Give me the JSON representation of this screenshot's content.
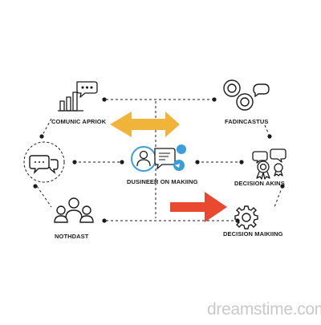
{
  "labels": {
    "top_left": "COMUNIC APRIOK",
    "top_right": "FADINCASTUS",
    "center": "DUSINEER ON MAKIING",
    "middle_right": "DECISION AKINS",
    "bottom_left": "NOTHDAST",
    "bottom_right": "DECISION MAIKIING"
  },
  "watermark": "dreamstime.com",
  "icons": {
    "top_left": "bar-chart-with-speech-bubble-icon",
    "top_right": "linked-gears-icon",
    "center": "person-card-with-chat-icon",
    "middle_right": "award-badges-with-speech-bubbles-icon",
    "left": "speech-bubbles-in-dashed-circle-icon",
    "bottom_left": "group-of-people-icon",
    "bottom_right": "gear-icon"
  },
  "colors": {
    "accent_orange": "#f0b43a",
    "accent_red": "#e8492f",
    "accent_blue": "#3a9fd8",
    "line": "#1b1b1b"
  }
}
